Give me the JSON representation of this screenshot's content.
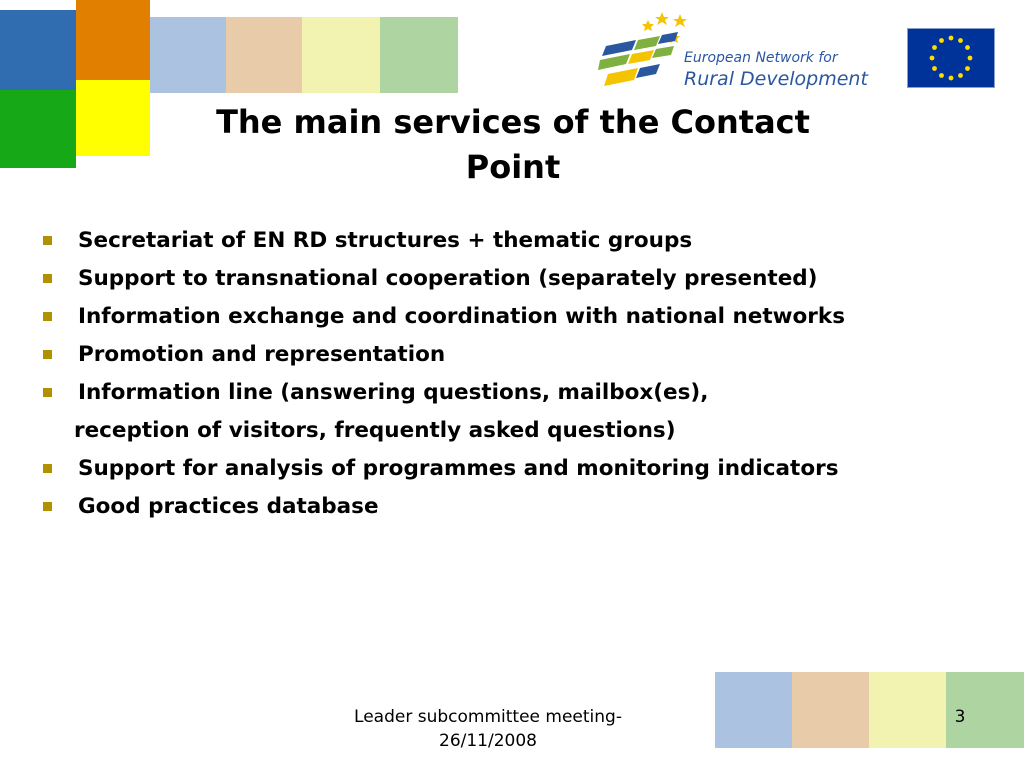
{
  "colors": {
    "blue": "#2f6cb0",
    "orange": "#e07f00",
    "green": "#16a816",
    "yellow": "#ffff00",
    "light_blue": "#abc3e0",
    "beige": "#e8cba8",
    "light_yellow": "#f2f3b0",
    "light_green": "#aed5a1",
    "bullet": "#b29100",
    "logo_text": "#2a57a0",
    "eu_blue": "#003399",
    "eu_star": "#ffdd00"
  },
  "logo": {
    "line1": "European Network for",
    "line2": "Rural Development"
  },
  "title": {
    "line1": "The main services of the Contact",
    "line2": "Point"
  },
  "bullets": [
    {
      "text": "Secretariat of EN RD structures + thematic groups"
    },
    {
      "text": "Support to transnational cooperation (separately presented)"
    },
    {
      "text": "Information exchange and coordination with national networks"
    },
    {
      "text": "Promotion and representation"
    },
    {
      "text": "Information line (answering questions, mailbox(es),",
      "continuation": "reception of visitors, frequently asked questions)"
    },
    {
      "text": "Support for analysis of programmes and monitoring indicators"
    },
    {
      "text": "Good practices database"
    }
  ],
  "footer": {
    "line1": "Leader subcommittee meeting-",
    "line2": "26/11/2008",
    "page": "3"
  }
}
